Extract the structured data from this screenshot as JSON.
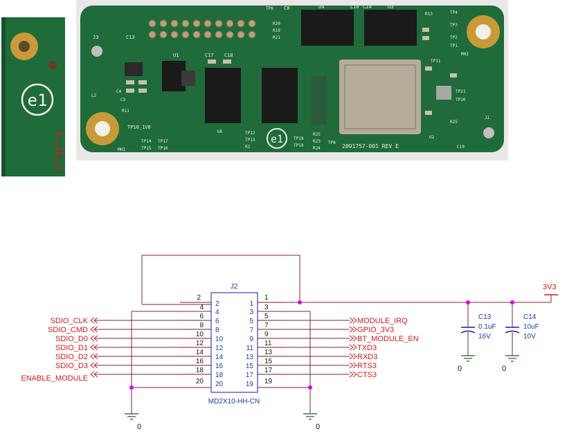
{
  "colors": {
    "wire": "#7b2244",
    "pin": "#7b1a1a",
    "net_label": "#d01818",
    "component": "#1a1a9a",
    "part_text": "#1a3aa0",
    "junction": "#e000e0",
    "pcb": "#1f6b3a",
    "pcb_dark": "#17502b",
    "pad_gold": "#c99a3a",
    "ic_black": "#1a1a1a",
    "module_metal": "#b5ad9a",
    "highlight_box": "#e01818"
  },
  "photo_left": {
    "logo_text": "e1"
  },
  "photo_right": {
    "logo_text": "e1",
    "silk": {
      "j3": "J3",
      "u1": "U1",
      "c13": "C13",
      "c17": "C17",
      "c18": "C18",
      "u4": "U4",
      "u3": "U3",
      "c10": "C10",
      "c14": "C14",
      "c8": "C8",
      "r20": "R20",
      "r19": "R19",
      "r21": "R21",
      "tp6": "TP6",
      "r13": "R13",
      "tp4": "TP4",
      "tp3": "TP3",
      "tp2": "TP2",
      "tp1": "TP1",
      "mh2": "MH2",
      "tp10": "TP10_1V8",
      "tp14": "TP14",
      "tp17": "TP17",
      "tp15": "TP15",
      "tp16": "TP16",
      "mh1": "MH1",
      "u6": "U6",
      "tp12": "TP12",
      "tp13": "TP13",
      "r2": "R2",
      "tp18": "TP18",
      "tp19": "TP19",
      "r25": "R25",
      "r23": "R23",
      "r24": "R24",
      "tp8": "TP8",
      "tp21": "TP21",
      "tp20": "TP20",
      "r25b": "R25",
      "j1": "J1",
      "c19": "C19",
      "u2": "U2",
      "part_number": "2091757-001 REV E",
      "c3": "C3",
      "c4": "C4",
      "l2": "L2",
      "r11": "R11",
      "tp11": "TP11"
    }
  },
  "schematic": {
    "connector": {
      "ref": "J2",
      "part": "MD2X10-HH-CN",
      "inner_left": [
        "2",
        "4",
        "6",
        "8",
        "10",
        "12",
        "14",
        "16",
        "18",
        "20"
      ],
      "inner_right": [
        "1",
        "3",
        "5",
        "7",
        "9",
        "11",
        "13",
        "15",
        "17",
        "19"
      ],
      "outer_left": [
        "2",
        "4",
        "6",
        "8",
        "10",
        "12",
        "14",
        "16",
        "18",
        "20"
      ],
      "outer_right": [
        "1",
        "3",
        "5",
        "7",
        "9",
        "11",
        "13",
        "15",
        "17",
        "19"
      ]
    },
    "left_nets": [
      "SDIO_CLK",
      "SDIO_CMD",
      "SDIO_D0",
      "SDIO_D1",
      "SDIO_D2",
      "SDIO_D3",
      "ENABLE_MODULE"
    ],
    "right_nets": [
      "MODULE_IRQ",
      "GPIO_3V3",
      "BT_MODULE_EN",
      "TXD3",
      "RXD3",
      "RTS3",
      "CTS3"
    ],
    "power_net": "3V3",
    "capacitors": [
      {
        "ref": "C13",
        "value": "0.1uF",
        "voltage": "16V"
      },
      {
        "ref": "C14",
        "value": "10uF",
        "voltage": "10V"
      }
    ],
    "ground_labels": [
      "0",
      "0",
      "0",
      "0"
    ]
  }
}
